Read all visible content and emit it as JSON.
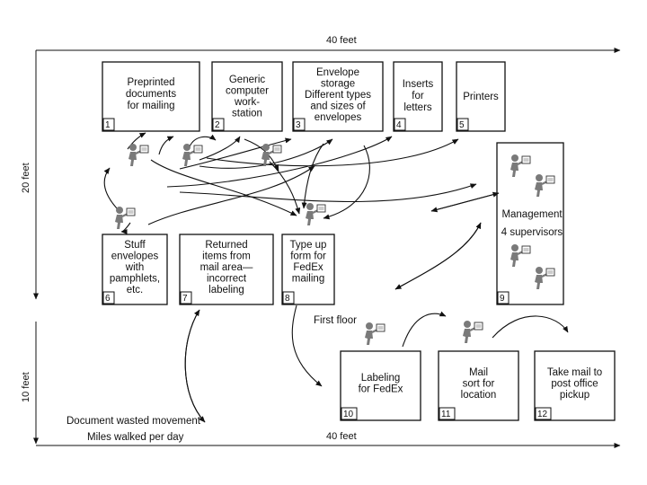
{
  "dimensions": {
    "top_width": "40 feet",
    "bottom_width": "40 feet",
    "upper_height": "20 feet",
    "lower_height": "10 feet"
  },
  "stations": [
    {
      "number": "1",
      "lines": [
        "Preprinted",
        "documents",
        "for mailing"
      ]
    },
    {
      "number": "2",
      "lines": [
        "Generic",
        "computer",
        "work-",
        "station"
      ]
    },
    {
      "number": "3",
      "lines": [
        "Envelope",
        "storage",
        "Different types",
        "and sizes of",
        "envelopes"
      ]
    },
    {
      "number": "4",
      "lines": [
        "Inserts",
        "for",
        "letters"
      ]
    },
    {
      "number": "5",
      "lines": [
        "Printers"
      ]
    },
    {
      "number": "6",
      "lines": [
        "Stuff",
        "envelopes",
        "with",
        "pamphlets,",
        "etc."
      ]
    },
    {
      "number": "7",
      "lines": [
        "Returned",
        "items from",
        "mail area—",
        "incorrect",
        "labeling"
      ]
    },
    {
      "number": "8",
      "lines": [
        "Type up",
        "form for",
        "FedEx",
        "mailing"
      ]
    },
    {
      "number": "9",
      "lines": [
        "Management",
        "4 supervisors"
      ]
    },
    {
      "number": "10",
      "lines": [
        "Labeling",
        "for FedEx"
      ]
    },
    {
      "number": "11",
      "lines": [
        "Mail",
        "sort for",
        "location"
      ]
    },
    {
      "number": "12",
      "lines": [
        "Take mail to",
        "post office",
        "pickup"
      ]
    }
  ],
  "labels": {
    "first_floor": "First floor",
    "wasted_movement": "Document wasted movement",
    "miles_walked": "Miles walked per day"
  },
  "icons": [
    "worker-icon",
    "arrowhead-icon"
  ]
}
